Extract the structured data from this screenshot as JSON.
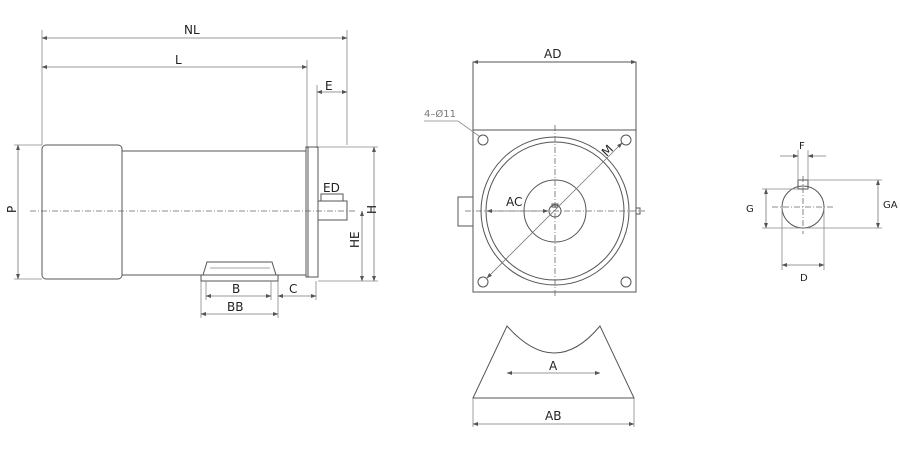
{
  "labels": {
    "NL": "NL",
    "L": "L",
    "E": "E",
    "ED": "ED",
    "P": "P",
    "H": "H",
    "HE": "HE",
    "B": "B",
    "BB": "BB",
    "C": "C",
    "AD": "AD",
    "holes": "4–Ø11",
    "M": "M",
    "AC": "AC",
    "A": "A",
    "AB": "AB",
    "F": "F",
    "G": "G",
    "GA": "GA",
    "D": "D"
  },
  "colors": {
    "line": "#555555",
    "text": "#222222"
  }
}
